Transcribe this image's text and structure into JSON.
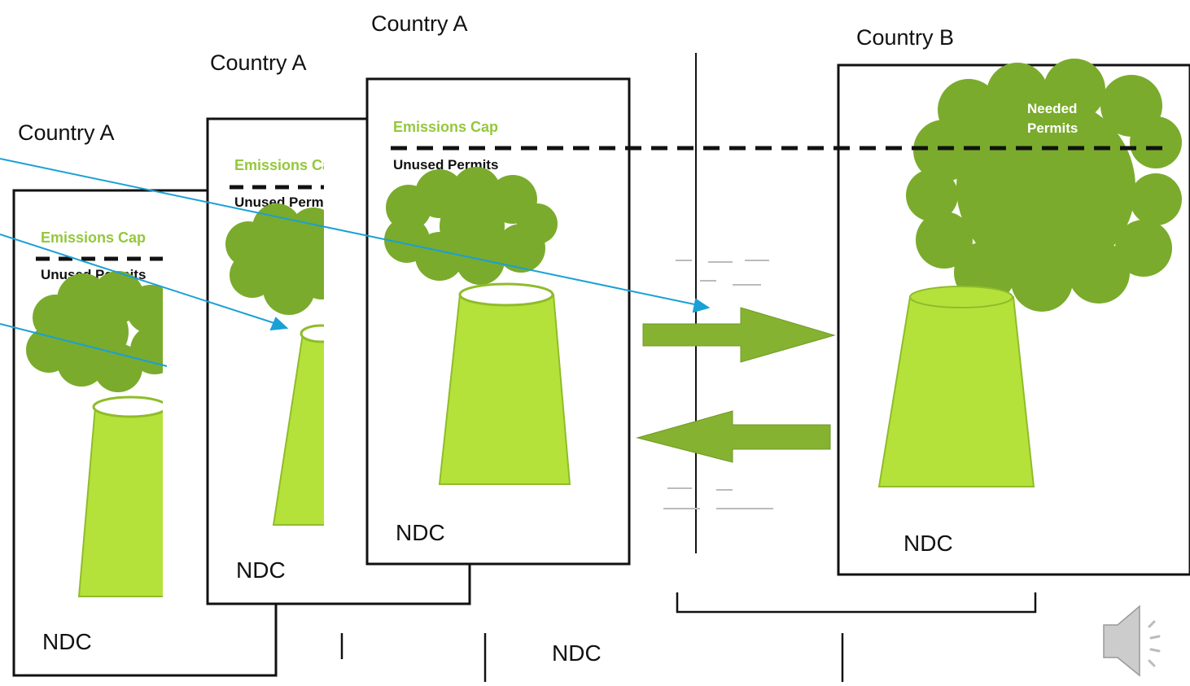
{
  "colors": {
    "cloud": "#7aab2c",
    "tower": "#b5e23a",
    "tower_outline": "#8fbc2a",
    "emissions_cap_text": "#94c83d",
    "arrow": "#86b231",
    "connector": "#1aa0d6"
  },
  "panel_back": {
    "country": "Country A",
    "emissions_cap": "Emissions Cap",
    "unused_permits": "Unused Permits",
    "ndc": "NDC"
  },
  "panel_middle": {
    "country": "Country A",
    "emissions_cap": "Emissions Cap",
    "unused_permits": "Unused Permits",
    "ndc": "NDC"
  },
  "panel_front_a": {
    "country": "Country A",
    "emissions_cap": "Emissions Cap",
    "unused_permits": "Unused Permits",
    "ndc": "NDC"
  },
  "panel_b": {
    "country": "Country B",
    "needed_line1": "Needed",
    "needed_line2": "Permits",
    "ndc": "NDC"
  },
  "bottom_ndc": "NDC",
  "icons": {
    "speaker": "speaker-icon",
    "arrow_right": "arrow-right-icon",
    "arrow_left": "arrow-left-icon"
  }
}
